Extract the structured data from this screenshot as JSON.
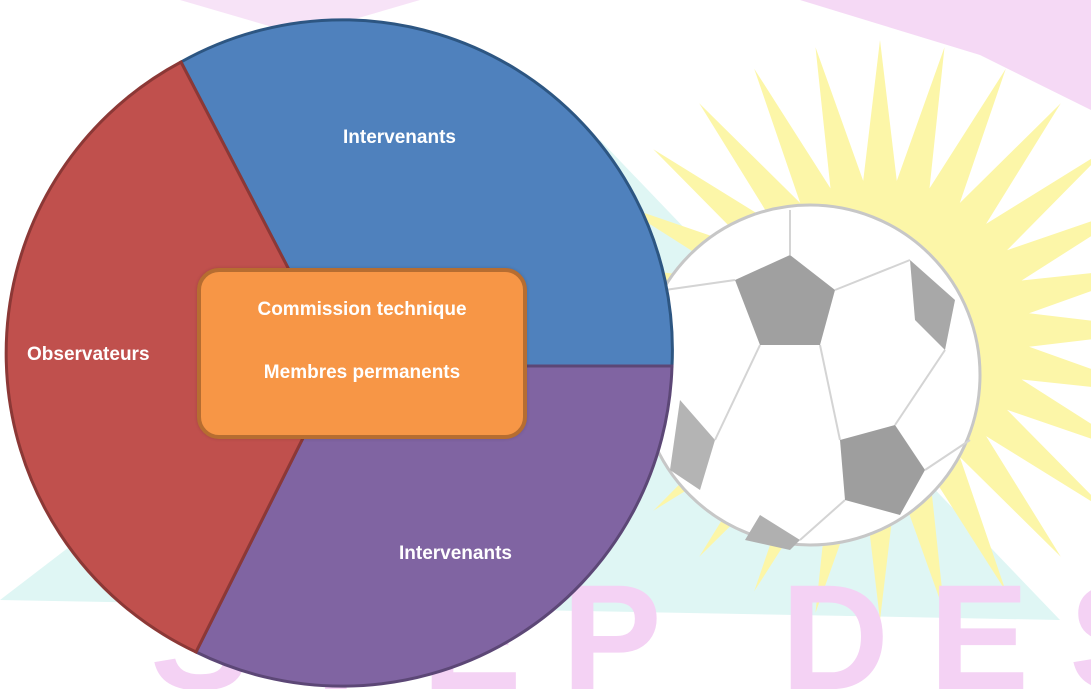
{
  "background": {
    "watermark_text": "STEP DES",
    "colors": {
      "pink": "#f3d6f3",
      "cyan": "#dcf7f5",
      "yellow": "#fcf6a8",
      "ball_outline": "#bdbdbd",
      "ball_panel": "#9a9a9a"
    }
  },
  "diagram": {
    "segments": [
      {
        "id": "top",
        "label": "Intervenants",
        "color": "#4f81bd",
        "border": "#2d5682"
      },
      {
        "id": "bottom",
        "label": "Intervenants",
        "color": "#8064a2",
        "border": "#5c4776"
      },
      {
        "id": "left",
        "label": "Observateurs",
        "color": "#c0504d",
        "border": "#8c3836"
      }
    ],
    "center": {
      "line1": "Commission technique",
      "line2": "Membres permanents",
      "color": "#f79646"
    }
  }
}
